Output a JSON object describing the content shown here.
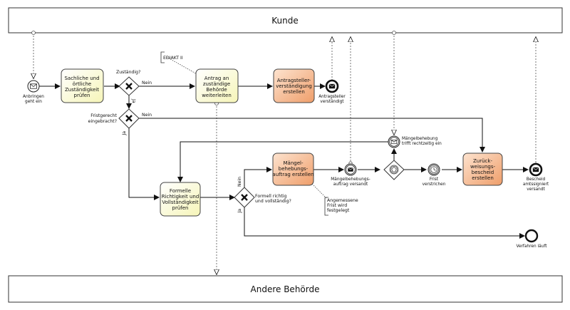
{
  "pools": {
    "top": "Kunde",
    "bottom": "Andere Behörde"
  },
  "annotations": {
    "ediakt": "EDIAKT II",
    "frist": [
      "Angemessene",
      "Frist wird",
      "festgelegt"
    ]
  },
  "tasks": {
    "pruefen": [
      "Sachliche und",
      "örtliche",
      "Zuständigkeit",
      "prüfen"
    ],
    "weiterleiten": [
      "Antrag an",
      "zuständige",
      "Behörde",
      "weiterleiten"
    ],
    "verstaendigung": [
      "Antragsteller-",
      "verständigung",
      "erstellen"
    ],
    "formell": [
      "Formelle",
      "Richtigkeit und",
      "Vollständigkeit",
      "prüfen"
    ],
    "maengel": [
      "Mängel-",
      "behebungs-",
      "auftrag erstellen"
    ],
    "zurueck": [
      "Zurück-",
      "weisungs-",
      "bescheid",
      "erstellen"
    ]
  },
  "events": {
    "start": [
      "Anbringen",
      "geht ein"
    ],
    "antragsteller": [
      "Antragsteller",
      "verständigt"
    ],
    "maengelVersandt": [
      "Mängelbehebungs-",
      "auftrag versandt"
    ],
    "maengelTrifft": [
      "Mängelbehebung",
      "trifft rechtzeitig ein"
    ],
    "frist": [
      "Frist",
      "verstrichen"
    ],
    "bescheid": [
      "Bescheid",
      "amtssigniert",
      "versandt"
    ],
    "verfahren": [
      "Verfahren läuft"
    ]
  },
  "gateways": {
    "zustaendig": "Zuständig?",
    "fristgerecht": [
      "Fristgerecht",
      "eingebracht?"
    ],
    "formell": [
      "Formell richtig",
      "und vollständig?"
    ]
  },
  "flowLabels": {
    "nein": "Nein",
    "ja": "Ja"
  },
  "colors": {
    "taskYellow": "#fdfdd0",
    "taskOrange": "#f7c39d",
    "stroke": "#222222"
  }
}
